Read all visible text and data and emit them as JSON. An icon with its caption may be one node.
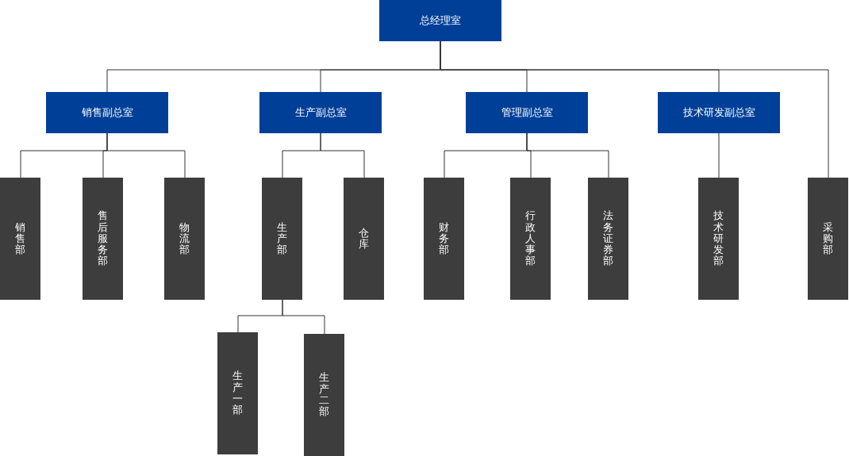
{
  "diagram": {
    "nodes": [
      {
        "text": [
          "总经理室"
        ]
      },
      {
        "text": [
          "销售副总室"
        ]
      },
      {
        "text": [
          "生产副总室"
        ]
      },
      {
        "text": [
          "管理副总室"
        ]
      },
      {
        "text": [
          "技术研发副总室"
        ]
      },
      {
        "text": [
          "销售部"
        ]
      },
      {
        "text": [
          "售后服务部"
        ]
      },
      {
        "text": [
          "物流部"
        ]
      },
      {
        "text": [
          "生产部"
        ]
      },
      {
        "text": [
          "仓库"
        ]
      },
      {
        "text": [
          "财务部"
        ]
      },
      {
        "text": [
          "行政人事部"
        ]
      },
      {
        "text": [
          "法务证券部"
        ]
      },
      {
        "text": [
          "技术研发部"
        ]
      },
      {
        "text": [
          "采购部"
        ]
      },
      {
        "text": [
          "生产一部"
        ]
      },
      {
        "text": [
          "生产二部"
        ]
      }
    ],
    "edges": [
      {
        "from": 0,
        "to": 1,
        "arrow": "none"
      },
      {
        "from": 0,
        "to": 2,
        "arrow": "none"
      },
      {
        "from": 0,
        "to": 3,
        "arrow": "none"
      },
      {
        "from": 0,
        "to": 4,
        "arrow": "none"
      },
      {
        "from": 0,
        "to": 14,
        "arrow": "none"
      },
      {
        "from": 1,
        "to": 5,
        "arrow": "none"
      },
      {
        "from": 1,
        "to": 6,
        "arrow": "none"
      },
      {
        "from": 1,
        "to": 7,
        "arrow": "none"
      },
      {
        "from": 2,
        "to": 8,
        "arrow": "none"
      },
      {
        "from": 2,
        "to": 9,
        "arrow": "none"
      },
      {
        "from": 3,
        "to": 10,
        "arrow": "none"
      },
      {
        "from": 3,
        "to": 11,
        "arrow": "none"
      },
      {
        "from": 3,
        "to": 12,
        "arrow": "none"
      },
      {
        "from": 4,
        "to": 13,
        "arrow": "none"
      },
      {
        "from": 8,
        "to": 15,
        "arrow": "none"
      },
      {
        "from": 8,
        "to": 16,
        "arrow": "none"
      }
    ]
  }
}
